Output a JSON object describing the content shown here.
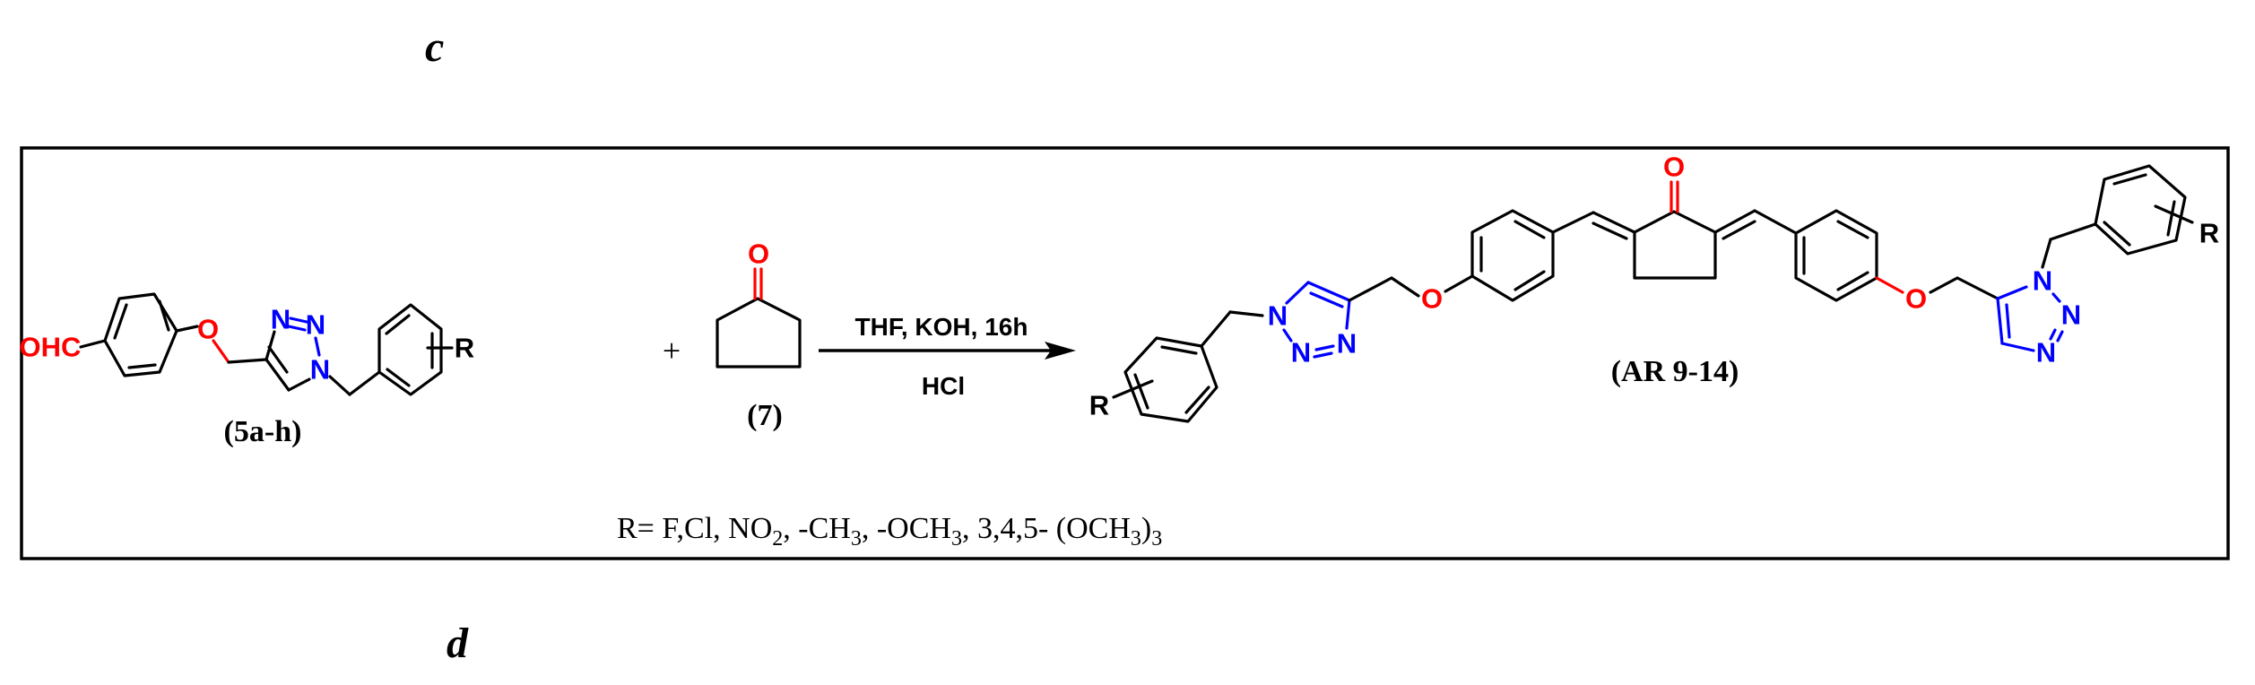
{
  "panels": {
    "top_label": "c",
    "bottom_label": "d"
  },
  "scheme": {
    "reactant_1": {
      "label": "(5a-h)",
      "atoms": {
        "aldehyde": "OHC",
        "ether_o": "O",
        "n3": "N",
        "n2": "N",
        "n1": "N",
        "r_group": "R"
      }
    },
    "plus_sign": "+",
    "reactant_2": {
      "label": "(7)",
      "atoms": {
        "carbonyl_o": "O"
      }
    },
    "arrow": {
      "conditions_above": "THF, KOH, 16h",
      "conditions_below": "HCl"
    },
    "product": {
      "label": "(AR 9-14)",
      "atoms": {
        "carbonyl_o": "O",
        "left_ether_o": "O",
        "right_ether_o": "O",
        "left_n1": "N",
        "left_n2": "N",
        "left_n3": "N",
        "right_n1": "N",
        "right_n2": "N",
        "right_n3": "N",
        "left_r": "R",
        "right_r": "R"
      }
    },
    "r_definition": {
      "prefix": "R= F,Cl, NO",
      "sub1": "2",
      "part2": ", -CH",
      "sub2": "3",
      "part3": ", -OCH",
      "sub3": "3",
      "part4": ", 3,4,5- (OCH",
      "sub4": "3",
      "part5": ")",
      "sub5": "3"
    },
    "colors": {
      "oxygen": "#ff0000",
      "nitrogen": "#0000ff",
      "bond": "#000000",
      "frame": "#000000"
    }
  }
}
